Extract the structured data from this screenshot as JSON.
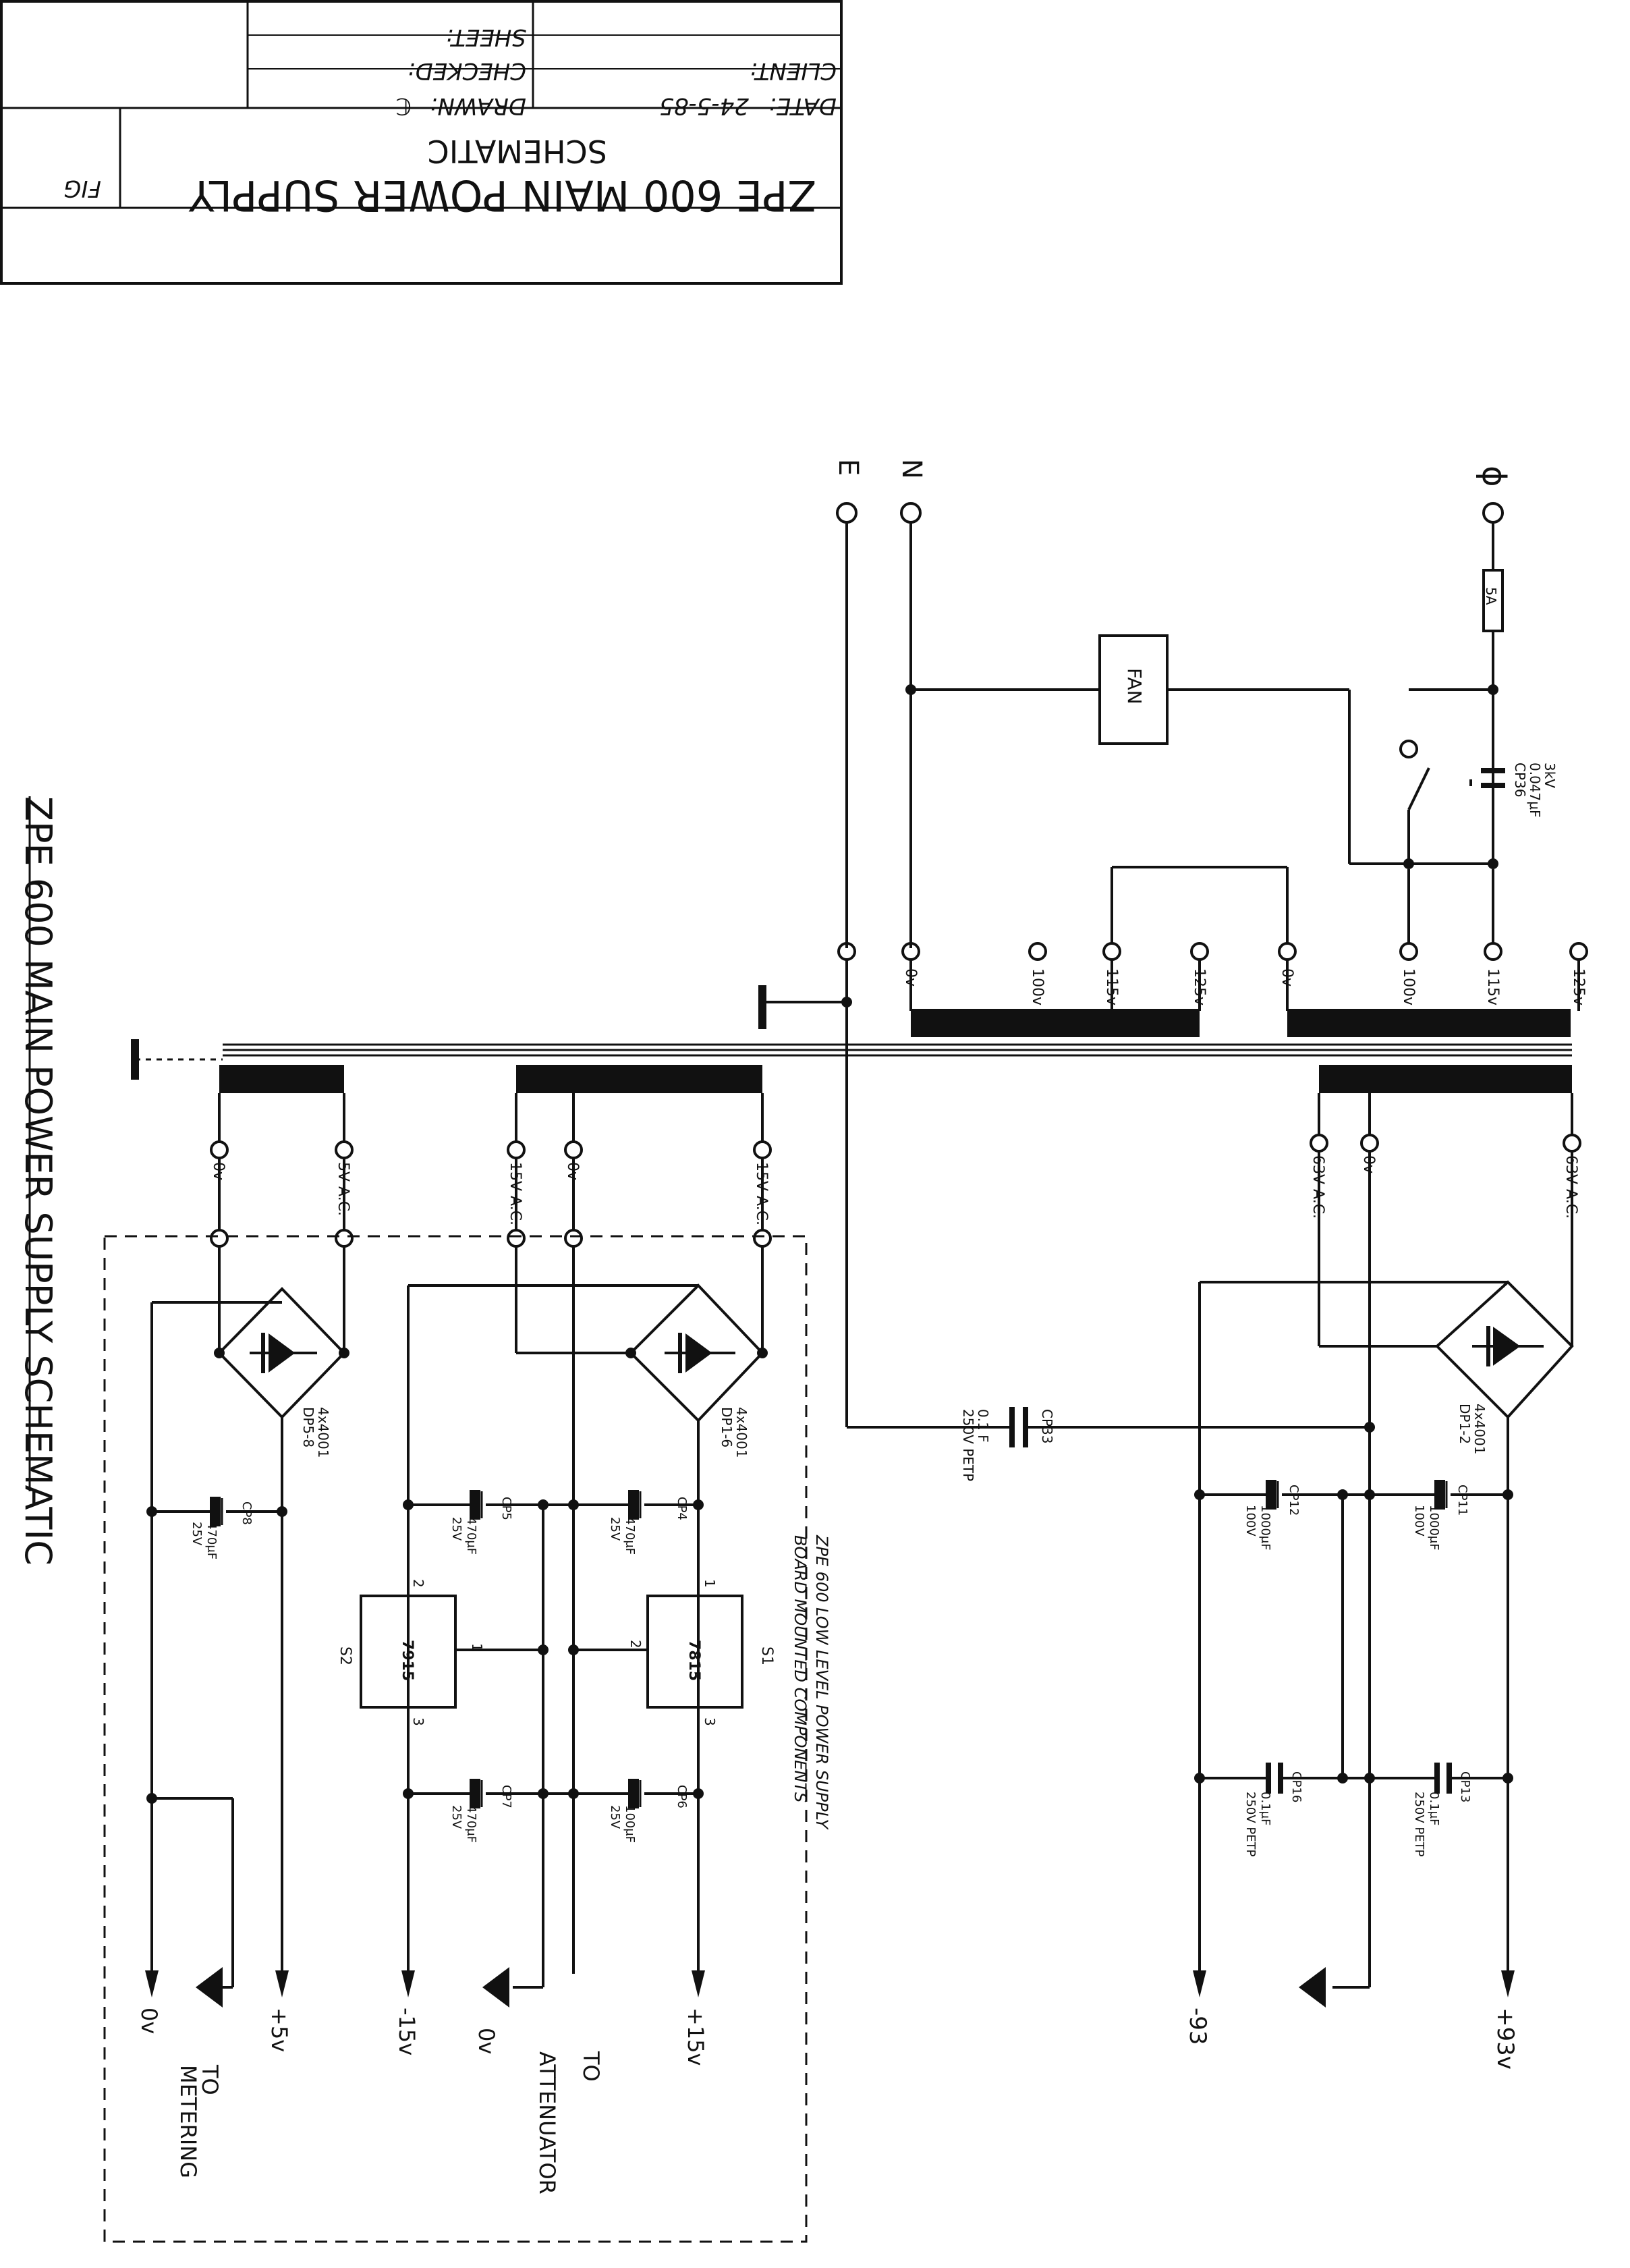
{
  "title_block": {
    "sheet_label": "SHEET:",
    "checked_label": "CHECKED:",
    "client_label": "CLIENT:",
    "drawn_label": "DRAWN:",
    "drawn_value": "ℂ",
    "date_label": "DATE:",
    "date_value": "24-5-85",
    "title_line1": "ZPE 600 MAIN POWER SUPPLY",
    "title_line2": "SCHEMATIC",
    "fig_label": "FIG"
  },
  "side_title": "ZPE 600 MAIN POWER SUPPLY SCHEMATIC",
  "mains": {
    "phase": "ϕ",
    "neutral": "N",
    "earth": "E",
    "fuse": "5A",
    "fan": "FAN",
    "cap_cp36": "CP36",
    "cap_cp36_value": "0.047μF",
    "cap_cp36_rating": "3kV"
  },
  "primary_taps": [
    "0v",
    "100v",
    "115v",
    "125v",
    "0v",
    "100v",
    "115v",
    "125v"
  ],
  "secondary_taps": {
    "s1_a": "63V A.C.",
    "s1_b": "0v",
    "s1_c": "63V A.C.",
    "s2_a": "15V A.C.",
    "s2_b": "0v",
    "s2_c": "15V A.C.",
    "s3_a": "0v",
    "s3_b": "5V A.C."
  },
  "bridges": {
    "dp1": "DP1-2",
    "dp1_part": "4x4001",
    "dp2": "DP1-6",
    "dp2_part": "4x4001",
    "dp3": "DP5-8",
    "dp3_part": "4x4001"
  },
  "caps": {
    "cp33a": "CP33",
    "cp33a_v1": "0.1 F",
    "cp33a_v2": "250V PETP",
    "cp11": "CP11",
    "cp11_v1": "1000μF",
    "cp11_v2": "100V",
    "cp12": "CP12",
    "cp12_v1": "1000μF",
    "cp12_v2": "100V",
    "cp13": "CP13",
    "cp13_v1": "0.1μF",
    "cp13_v2": "250V PETP",
    "cp16": "CP16",
    "cp16_v1": "0.1μF",
    "cp16_v2": "250V PETP",
    "cp4": "CP4",
    "cp4_v1": "470μF",
    "cp4_v2": "25V",
    "cp5": "CP5",
    "cp5_v1": "470μF",
    "cp5_v2": "25V",
    "cp6": "CP6",
    "cp6_v1": "100μF",
    "cp6_v2": "25V",
    "cp7": "CP7",
    "cp7_v1": "470μF",
    "cp7_v2": "25V",
    "cp8": "CP8",
    "cp8_v1": "470μF",
    "cp8_v2": "25V"
  },
  "regulators": {
    "u1": "7815",
    "u1_ref": "S1",
    "u2": "7915",
    "u2_ref": "S2",
    "pin1": "1",
    "pin2": "2",
    "pin3": "3"
  },
  "board_label_1": "ZPE 600 LOW LEVEL POWER SUPPLY",
  "board_label_2": "BOARD MOUNTED COMPONENTS",
  "outputs": {
    "plus93": "+93v",
    "minus93": "-93",
    "plus15": "+15v",
    "minus15": "-15v",
    "att_0v": "0v",
    "plus5": "+5v",
    "met_0v": "0v",
    "to_attenuator_1": "TO",
    "to_attenuator_2": "ATTENUATOR",
    "to_metering_1": "TO",
    "to_metering_2": "METERING"
  }
}
